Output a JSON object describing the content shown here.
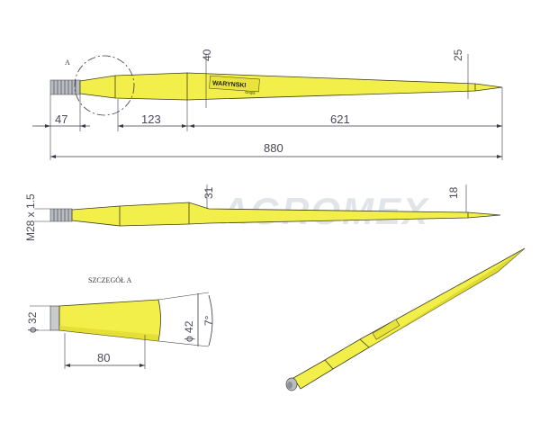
{
  "view_top": {
    "detail_marker": "A",
    "dims": {
      "d47": "47",
      "d123": "123",
      "d621": "621",
      "d880": "880",
      "d40": "40",
      "d25": "25"
    },
    "brand": "WARYNSKI",
    "brand_sub": "Grupa"
  },
  "view_side": {
    "thread_label": "M28 x 1.5",
    "dims": {
      "d31": "31",
      "d18": "18"
    },
    "watermark": "AGROMEX"
  },
  "detail": {
    "title": "SZCZEGÓŁ A",
    "dims": {
      "dia32": "ϕ 32",
      "dia42": "ϕ 42",
      "angle": "7°",
      "d80": "80"
    }
  },
  "colors": {
    "tine": "#f2ee4a",
    "thread": "#b9bcc0",
    "lines": "#3a3a48"
  }
}
